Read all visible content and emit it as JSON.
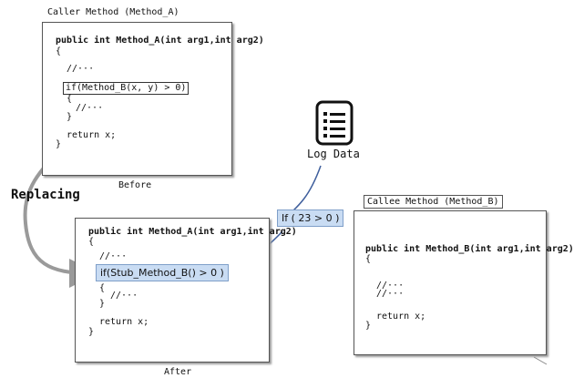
{
  "caller_box": {
    "title": "Caller Method (Method_A)",
    "lines": [
      "public int Method_A(int arg1,int arg2)",
      "{",
      "//···",
      "{",
      "//···",
      "}",
      "return x;",
      "}"
    ],
    "highlight": "if(Method_B(x, y) > 0)",
    "caption": "Before"
  },
  "replacing_label": "Replacing",
  "log_icon": {
    "icon": "log-file-icon",
    "label": "Log Data"
  },
  "log_value_label": "If ( 23 > 0 )",
  "after_box": {
    "lines": [
      "public int Method_A(int arg1,int arg2)",
      "{",
      "//···",
      "{",
      "//···",
      "}",
      "return x;",
      "}"
    ],
    "highlight": "if(Stub_Method_B() > 0 )",
    "caption": "After"
  },
  "callee_box": {
    "title": "Callee Method (Method_B)",
    "lines": [
      "public int Method_B(int arg1,int arg2)",
      "{",
      "//···",
      "//···",
      "return x;",
      "}"
    ]
  },
  "colors": {
    "highlight_fill": "#c9dcf3",
    "arrow_blue": "#3e5e9c",
    "curve_gray": "#9a9a9a"
  }
}
